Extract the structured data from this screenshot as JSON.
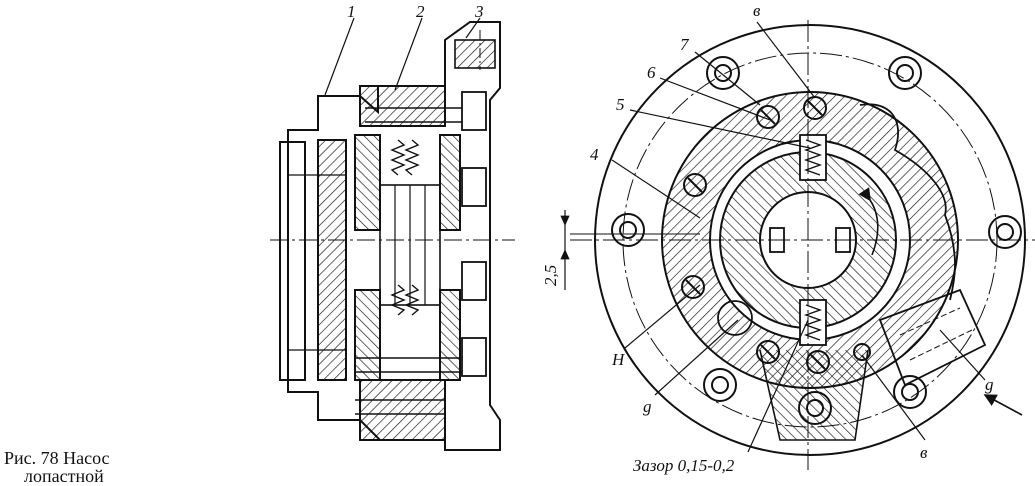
{
  "caption": {
    "line1": "Рис. 78  Насос",
    "line2": "лопастной"
  },
  "left_view": {
    "labels": [
      "1",
      "2",
      "3"
    ]
  },
  "right_view": {
    "labels": {
      "n4": "4",
      "n5": "5",
      "n6": "6",
      "n7": "7",
      "top_v": "в",
      "bottom_v": "в",
      "g_left": "g",
      "g_right": "g",
      "h": "Н"
    },
    "dimension": "2,5",
    "gap_note": "Зазор 0,15-0,2"
  }
}
